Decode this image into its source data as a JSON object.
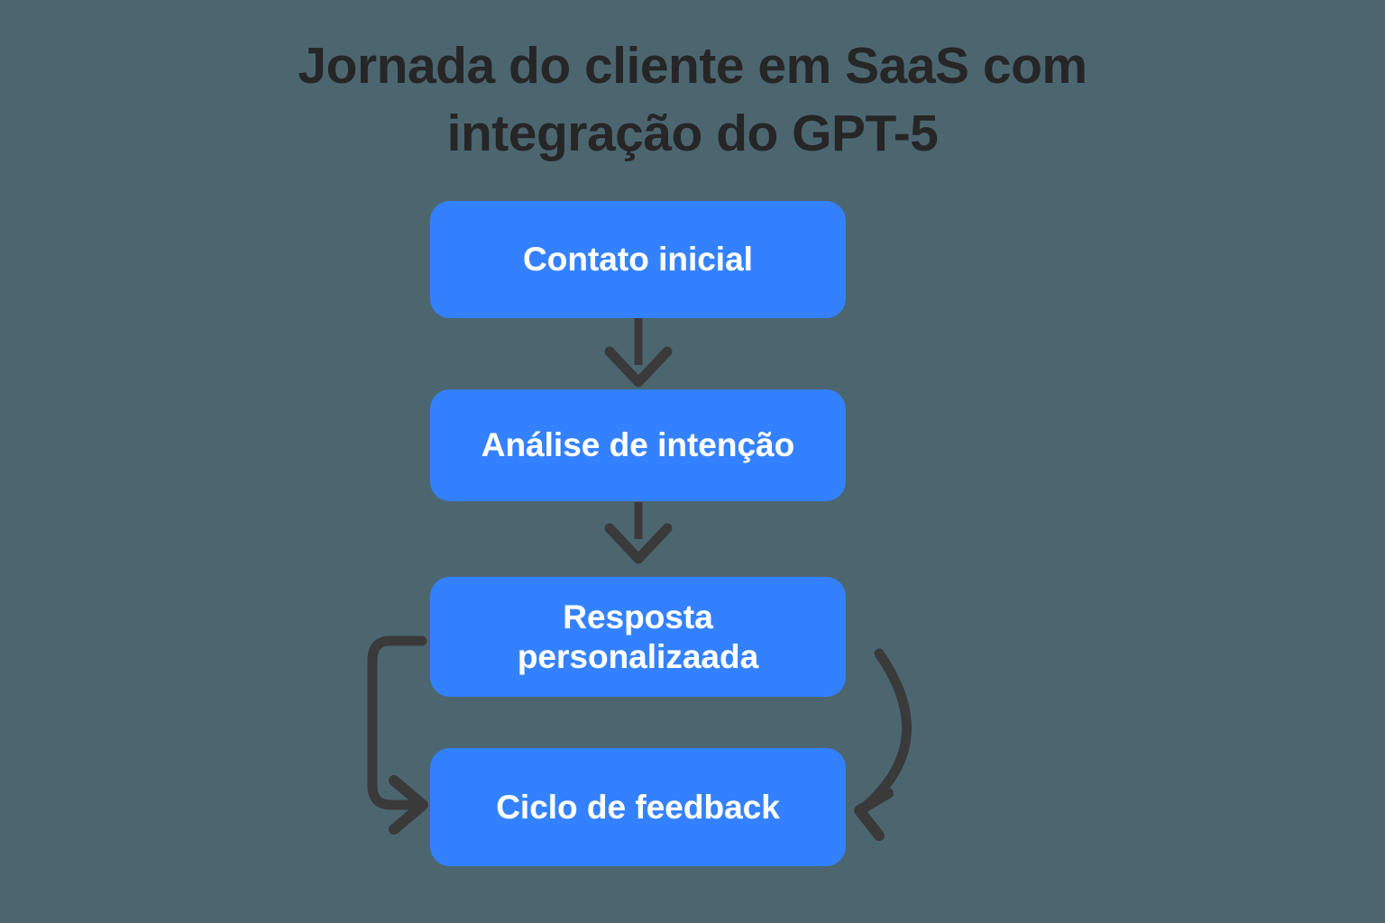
{
  "diagram": {
    "title": "Jornada do cliente em SaaS com\nintegração do GPT-5",
    "background_color": "#4c6670",
    "node_color": "#3381ff",
    "node_text_color": "#ffffff",
    "title_color": "#262626",
    "edge_color": "#3a3a3a",
    "type": "flowchart",
    "orientation": "top-to-bottom",
    "nodes": [
      {
        "id": "contato",
        "label": "Contato inicial"
      },
      {
        "id": "analise",
        "label": "Análise de intenção"
      },
      {
        "id": "resposta",
        "label": "Resposta\npersonalizaada"
      },
      {
        "id": "feedback",
        "label": "Ciclo de feedback"
      }
    ],
    "edges": [
      {
        "from": "contato",
        "to": "analise",
        "style": "straight-down-arrow"
      },
      {
        "from": "analise",
        "to": "resposta",
        "style": "straight-down-arrow"
      },
      {
        "from": "resposta",
        "to": "feedback",
        "style": "curved-left-loop-arrow"
      },
      {
        "from": "resposta",
        "to": "feedback",
        "style": "curved-right-loop-arrow"
      }
    ]
  }
}
